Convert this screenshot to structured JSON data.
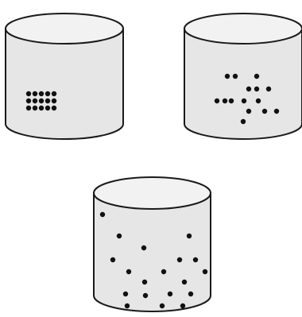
{
  "colors": {
    "background": "#ffffff",
    "container_fill": "#e6e6e6",
    "container_top_fill": "#f2f2f2",
    "outline": "#1a1a1a",
    "particle": "#111111"
  },
  "diagram": {
    "containers": [
      {
        "name": "container-left",
        "particle_arrangement": "ordered-grid",
        "particle_count": 15
      },
      {
        "name": "container-right",
        "particle_arrangement": "loosely-clustered",
        "particle_count": 15
      },
      {
        "name": "container-bottom",
        "particle_arrangement": "widely-dispersed",
        "particle_count": 19
      }
    ]
  }
}
